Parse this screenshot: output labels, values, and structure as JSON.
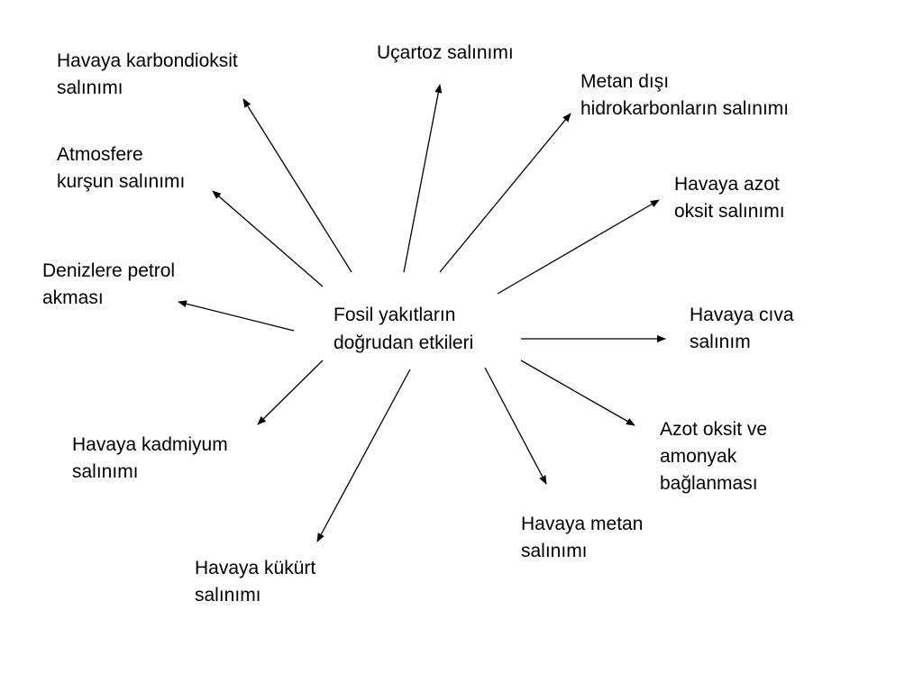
{
  "center": {
    "label": "Fosil yakıtların\ndoğrudan etkileri"
  },
  "effects": {
    "karbondioksit": "Havaya karbondioksit\nsalınımı",
    "ucartoz": "Uçartoz salınımı",
    "metan_disi": "Metan dışı\nhidrokarbonların salınımı",
    "kursun": "Atmosfere\nkurşun salınımı",
    "azot_oksit": "Havaya azot\noksit salınımı",
    "petrol": "Denizlere petrol\nakması",
    "civa": "Havaya cıva\nsalınım",
    "azot_amonyak": "Azot oksit ve\namonyak\nbağlanması",
    "kadmiyum": "Havaya kadmiyum\nsalınımı",
    "metan": "Havaya metan\nsalınımı",
    "kukurt": "Havaya kükürt\nsalınımı"
  },
  "colors": {
    "text": "#000000",
    "arrow": "#000000",
    "background": "#ffffff"
  }
}
